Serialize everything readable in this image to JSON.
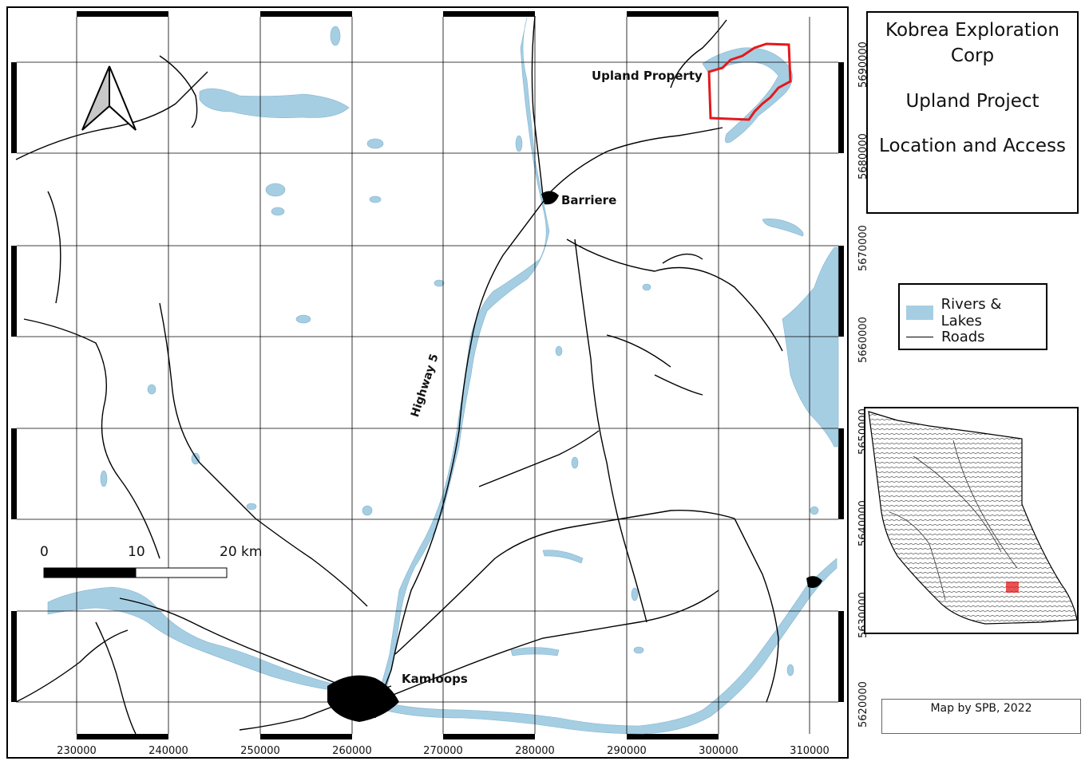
{
  "title": {
    "line1": "Kobrea Exploration",
    "line2": "Corp",
    "project": "Upland Project",
    "subtitle": "Location and Access"
  },
  "legend": {
    "water_label": "Rivers & Lakes",
    "roads_label": "Roads"
  },
  "places": {
    "upland": "Upland Property",
    "barriere": "Barriere",
    "kamloops": "Kamloops",
    "highway": "Highway 5"
  },
  "scale_bar": {
    "label_0": "0",
    "label_10": "10",
    "label_20": "20 km"
  },
  "easting_labels": [
    "230000",
    "240000",
    "250000",
    "260000",
    "270000",
    "280000",
    "290000",
    "300000",
    "310000"
  ],
  "northing_labels": [
    "5690000",
    "5680000",
    "5670000",
    "5660000",
    "5650000",
    "5640000",
    "5630000",
    "5620000"
  ],
  "credit": "Map by SPB, 2022",
  "colors": {
    "water": "#a6cee3",
    "roads": "#000000",
    "property": "#e31a1c"
  },
  "icons": {
    "north_arrow": "north-arrow-icon"
  }
}
